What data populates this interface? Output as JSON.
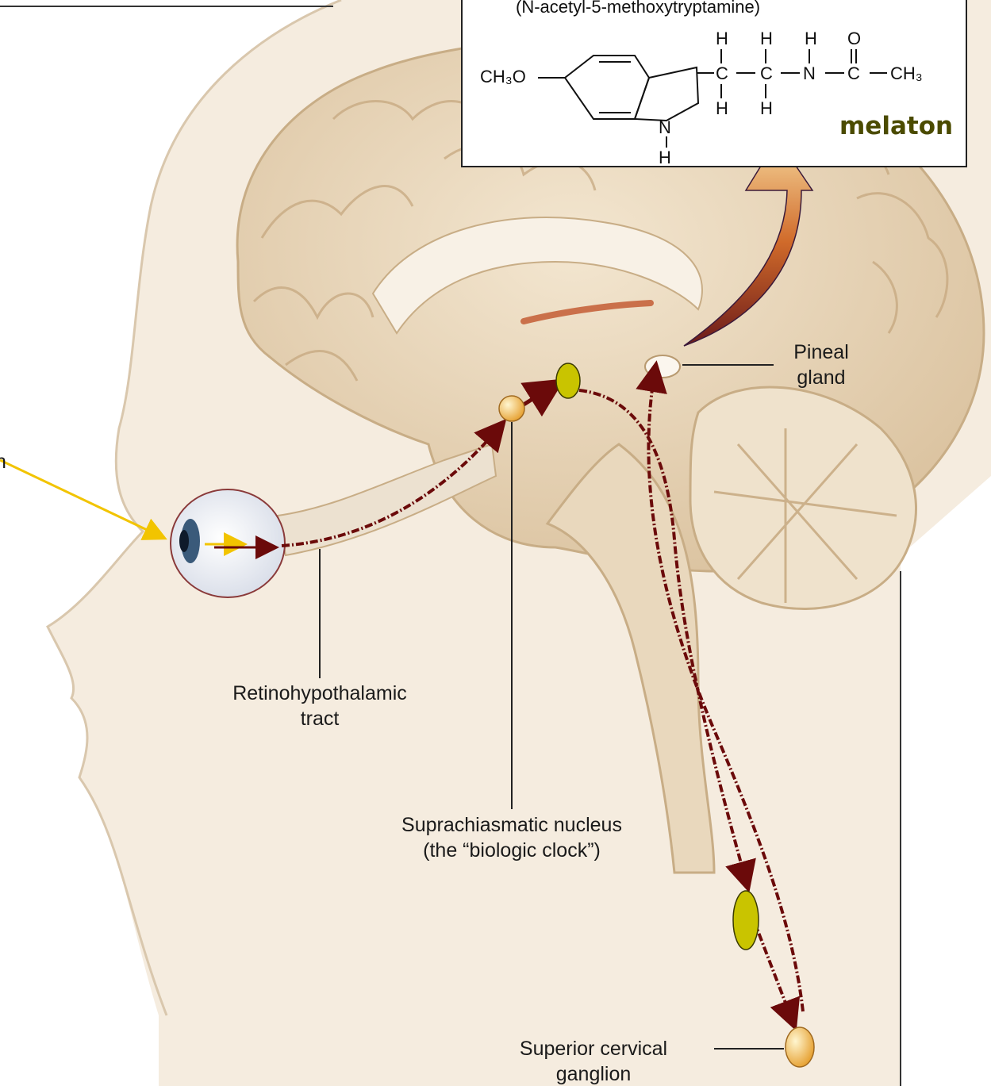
{
  "labels": {
    "chem_name": "(N-acetyl-5-methoxytryptamine)",
    "melatonin_label": "melaton",
    "pineal_line1": "Pineal",
    "pineal_line2": "gland",
    "rht_line1": "Retinohypothalamic",
    "rht_line2": "tract",
    "scn_line1": "Suprachiasmatic nucleus",
    "scn_line2": "(the “biologic clock”)",
    "scg_line1": "Superior cervical",
    "scg_line2": "ganglion",
    "left_edge_glyph": "n"
  },
  "molecule": {
    "methoxy": "CH₃O",
    "h": "H",
    "c": "C",
    "n": "N",
    "o": "O",
    "ch3": "CH₃"
  },
  "colors": {
    "background": "#f5ecdf",
    "brain": "#e6d2b4",
    "tract_arrow": "#6b0a0a",
    "light_arrow": "#f2c400",
    "node_yellow": "#c9c400",
    "melatonin_text": "#4b4b00"
  }
}
